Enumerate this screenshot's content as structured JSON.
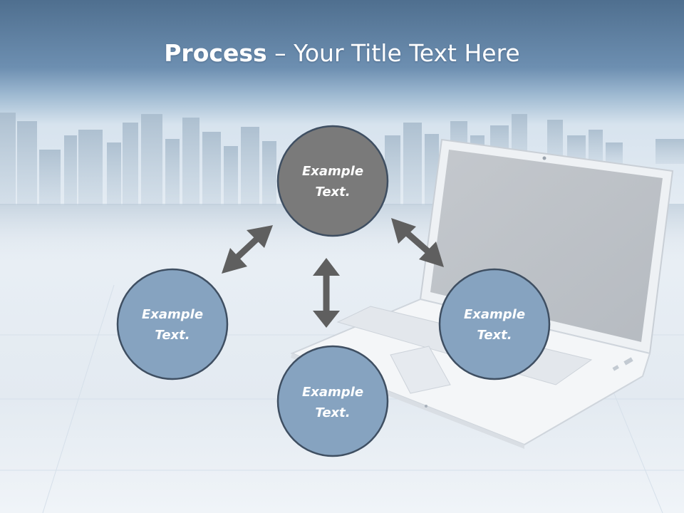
{
  "slide": {
    "title_bold": "Process",
    "title_sep": " – ",
    "title_rest": "Your Title Text Here"
  },
  "colors": {
    "header": "#5a7b9c",
    "node_dark": "#7a7a7a",
    "node_light": "#86a3c0",
    "node_stroke": "#3f4f62",
    "arrow": "#5f5f5f"
  },
  "nodes": [
    {
      "id": "top",
      "line1": "Example",
      "line2": "Text."
    },
    {
      "id": "left",
      "line1": "Example",
      "line2": "Text."
    },
    {
      "id": "right",
      "line1": "Example",
      "line2": "Text."
    },
    {
      "id": "bottom",
      "line1": "Example",
      "line2": "Text."
    }
  ]
}
